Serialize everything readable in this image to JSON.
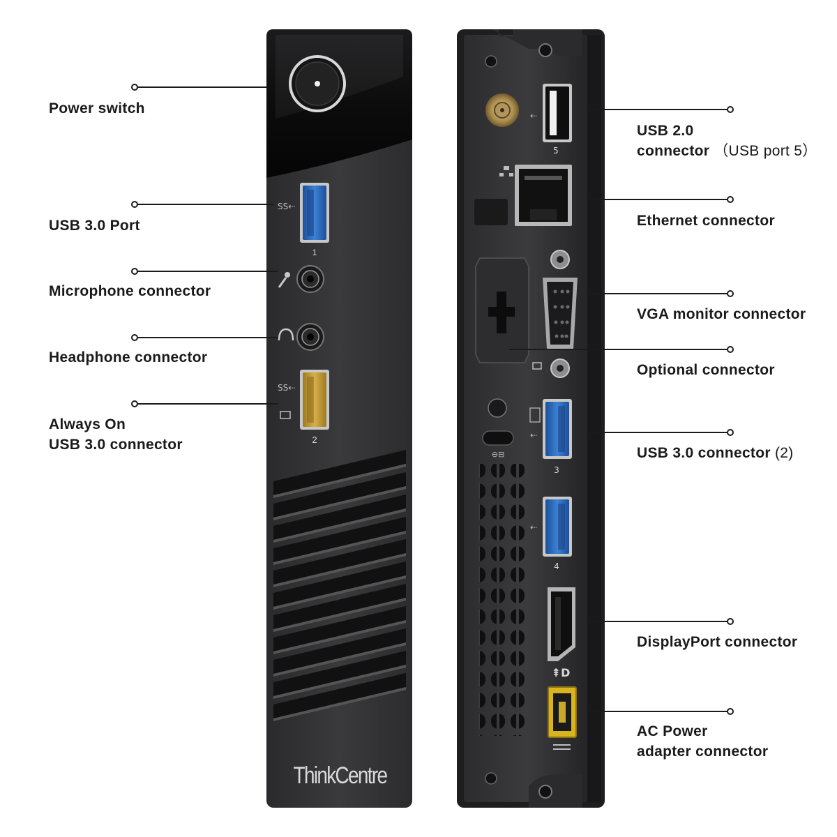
{
  "front_labels": {
    "power_switch": "Power switch",
    "usb30_port": "USB 3.0 Port",
    "microphone": "Microphone connector",
    "headphone": "Headphone connector",
    "always_on_line1": "Always On",
    "always_on_line2": "USB 3.0 connector"
  },
  "rear_labels": {
    "usb20_line1": "USB 2.0",
    "usb20_line2": "connector",
    "usb20_note": "（USB port 5）",
    "ethernet": "Ethernet connector",
    "vga": "VGA monitor connector",
    "optional": "Optional connector",
    "usb30": "USB 3.0 connector",
    "usb30_count": "(2)",
    "displayport": "DisplayPort connector",
    "ac_line1": "AC Power",
    "ac_line2": "adapter connector"
  },
  "device": {
    "brand": "ThinkCentre",
    "port_numbers": {
      "front_usb_1": "1",
      "front_usb_2": "2",
      "rear_usb_5": "5",
      "rear_usb_3": "3",
      "rear_usb_4": "4"
    },
    "colors": {
      "usb3_blue": "#2f6fc4",
      "always_on_yellow": "#c9a23a",
      "ac_yellow": "#d8b41e",
      "chassis": "#3a3a3c"
    },
    "icons": [
      "power-button-icon",
      "usb-ss-icon",
      "microphone-icon",
      "headphone-icon",
      "ethernet-icon",
      "vga-monitor-icon",
      "displayport-icon",
      "kensington-lock-icon",
      "wifi-antenna-icon"
    ]
  }
}
